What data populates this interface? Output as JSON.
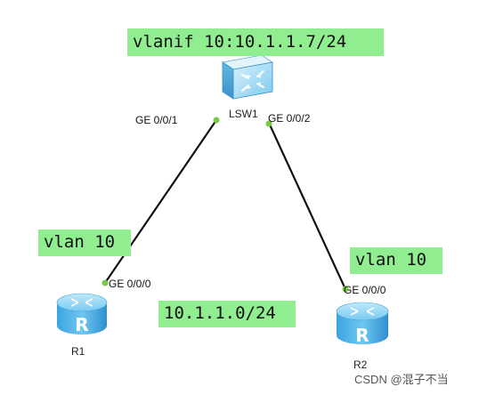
{
  "devices": {
    "switch": {
      "name": "LSW1",
      "icon": "switch-icon",
      "color": "#6ec6ee"
    },
    "r1": {
      "name": "R1",
      "icon": "router-icon",
      "color": "#4ab3e8"
    },
    "r2": {
      "name": "R2",
      "icon": "router-icon",
      "color": "#4ab3e8"
    }
  },
  "ports": {
    "lsw1_left": "GE 0/0/1",
    "lsw1_right": "GE 0/0/2",
    "r1": "GE 0/0/0",
    "r2": "GE 0/0/0"
  },
  "annotations": {
    "vlanif": "vlanif 10:10.1.1.7/24",
    "vlan_left": "vlan 10",
    "vlan_right": "vlan 10",
    "subnet": "10.1.1.0/24"
  },
  "watermark": "CSDN @混子不当",
  "colors": {
    "label_bg": "#90ee90",
    "link": "#111111",
    "port_dot": "#7ac943"
  }
}
